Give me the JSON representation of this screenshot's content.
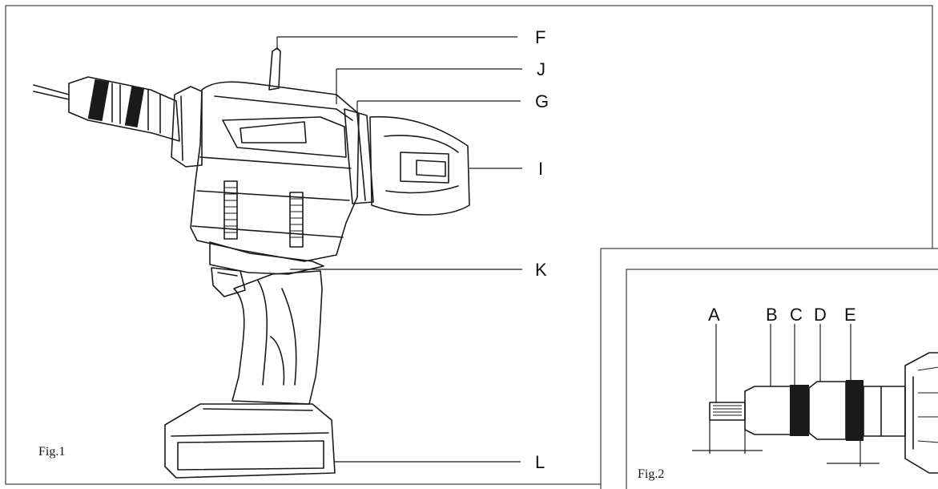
{
  "fig1": {
    "caption": "Fig.1",
    "labels": {
      "F": "F",
      "J": "J",
      "G": "G",
      "I": "I",
      "K": "K",
      "L": "L"
    }
  },
  "fig2": {
    "caption": "Fig.2",
    "labels": {
      "A": "A",
      "B": "B",
      "C": "C",
      "D": "D",
      "E": "E"
    }
  },
  "colors": {
    "ink": "#1a1a1a",
    "background": "#ffffff"
  }
}
